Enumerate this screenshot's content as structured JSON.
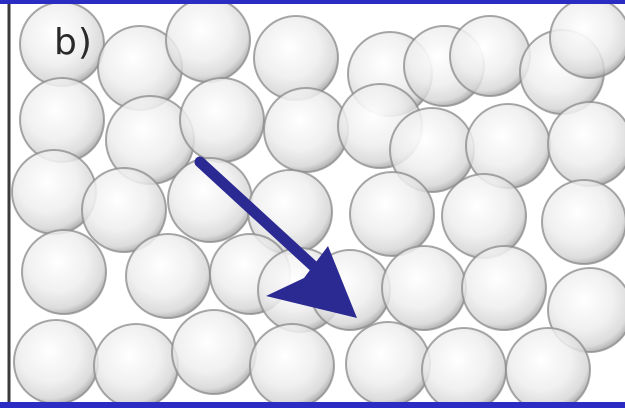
{
  "panel_label": "b)",
  "colors": {
    "frame": "#2a2cc4",
    "left_edge": "#3a3a3a",
    "sphere_fill": "#eaeaea",
    "sphere_highlight": "#ffffff",
    "sphere_stroke": "#8a8a8a",
    "arrow": "#2b2a92"
  },
  "diagram": {
    "type": "sphere-packing",
    "sphere_count": 42,
    "arrow_direction": "down-right"
  }
}
